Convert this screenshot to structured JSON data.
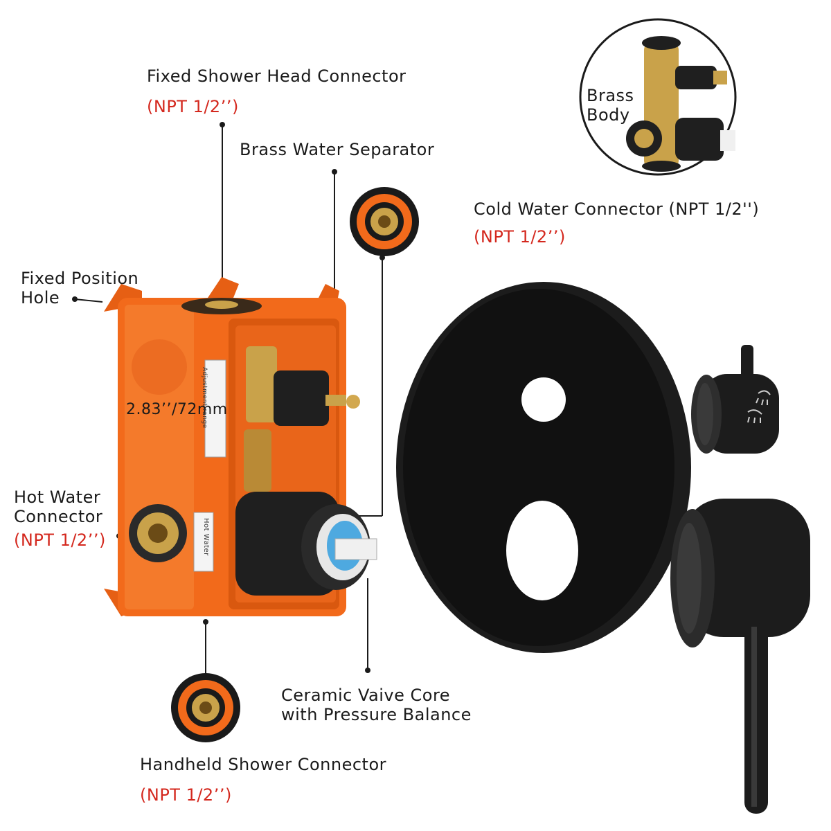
{
  "colors": {
    "box_orange": "#f26a1b",
    "box_orange_dark": "#c9510d",
    "brass": "#c9a24a",
    "black": "#1a1a1a",
    "red_text": "#d4281e"
  },
  "labels": {
    "fixed_head": "Fixed Shower Head Connector",
    "fixed_head_spec": "(NPT 1/2’’)",
    "separator": "Brass Water Separator",
    "brass_body_line1": "Brass",
    "brass_body_line2": "Body",
    "cold": "Cold Water Connector (NPT 1/2'')",
    "cold_spec": "(NPT 1/2’’)",
    "fixed_pos_line1": "Fixed Position",
    "fixed_pos_line2": "Hole",
    "dimension": "2.83’’/72mm",
    "hot_line1": "Hot Water",
    "hot_line2": "Connector",
    "hot_spec": "(NPT 1/2’’)",
    "ceramic_line1": "Ceramic Vaive Core",
    "ceramic_line2": "with Pressure Balance",
    "handheld": "Handheld Shower Connector",
    "handheld_spec": "(NPT 1/2’’)",
    "box_sticker_top": "Adjustment range",
    "box_sticker_hot": "Hot Water"
  },
  "icons": [
    "shower-head-icon",
    "handheld-shower-icon"
  ]
}
